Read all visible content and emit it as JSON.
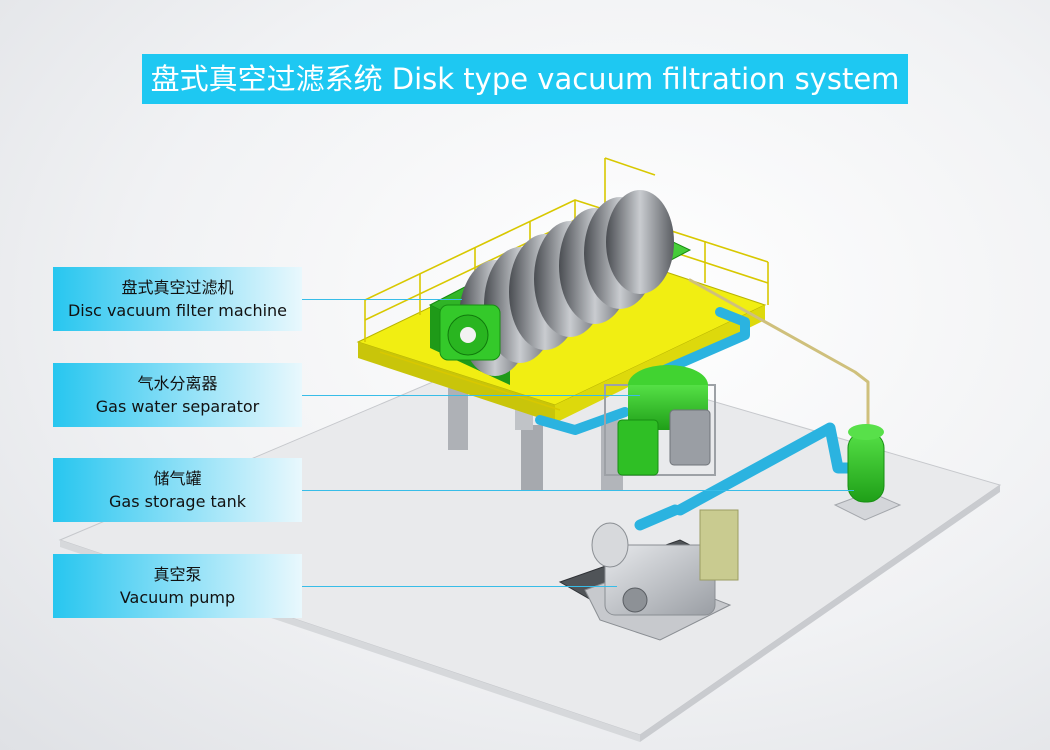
{
  "title": "盘式真空过滤系统 Disk type vacuum filtration system",
  "labels": [
    {
      "zh": "盘式真空过滤机",
      "en": "Disc vacuum filter machine"
    },
    {
      "zh": "气水分离器",
      "en": "Gas water separator"
    },
    {
      "zh": "储气罐",
      "en": "Gas storage tank"
    },
    {
      "zh": "真空泵",
      "en": "Vacuum pump"
    }
  ],
  "colors": {
    "title_bar": "#1ec8f2",
    "machine_green": "#2fce22",
    "platform_yellow": "#f1ee12",
    "pipe_blue": "#2bb3e0",
    "support_grey": "#b9bcc0"
  }
}
